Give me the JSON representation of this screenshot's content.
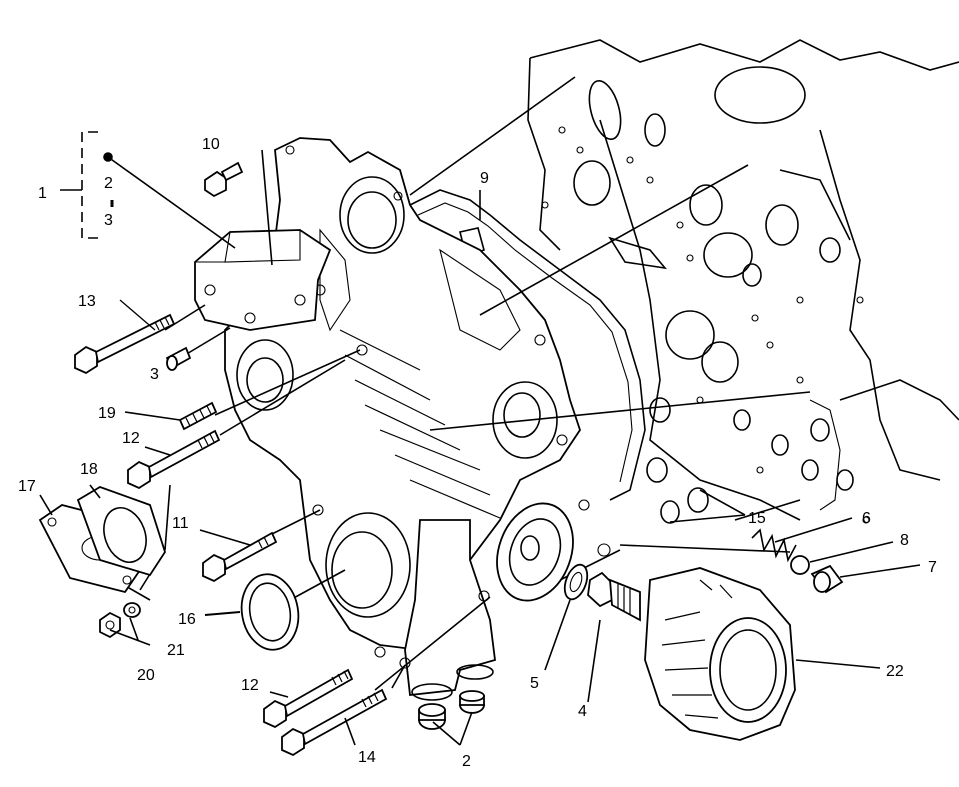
{
  "callouts": {
    "c1": "1",
    "c2_bracket": "2",
    "c3_bracket": "3",
    "c10": "10",
    "c9": "9",
    "c13": "13",
    "c3": "3",
    "c19": "19",
    "c12_upper": "12",
    "c18": "18",
    "c17": "17",
    "c11": "11",
    "c16": "16",
    "c21": "21",
    "c20": "20",
    "c12_lower": "12",
    "c14": "14",
    "c2_bottom": "2",
    "c5": "5",
    "c4": "4",
    "c15": "15",
    "c6": "6",
    "c8": "8",
    "c7": "7",
    "c22": "22"
  }
}
